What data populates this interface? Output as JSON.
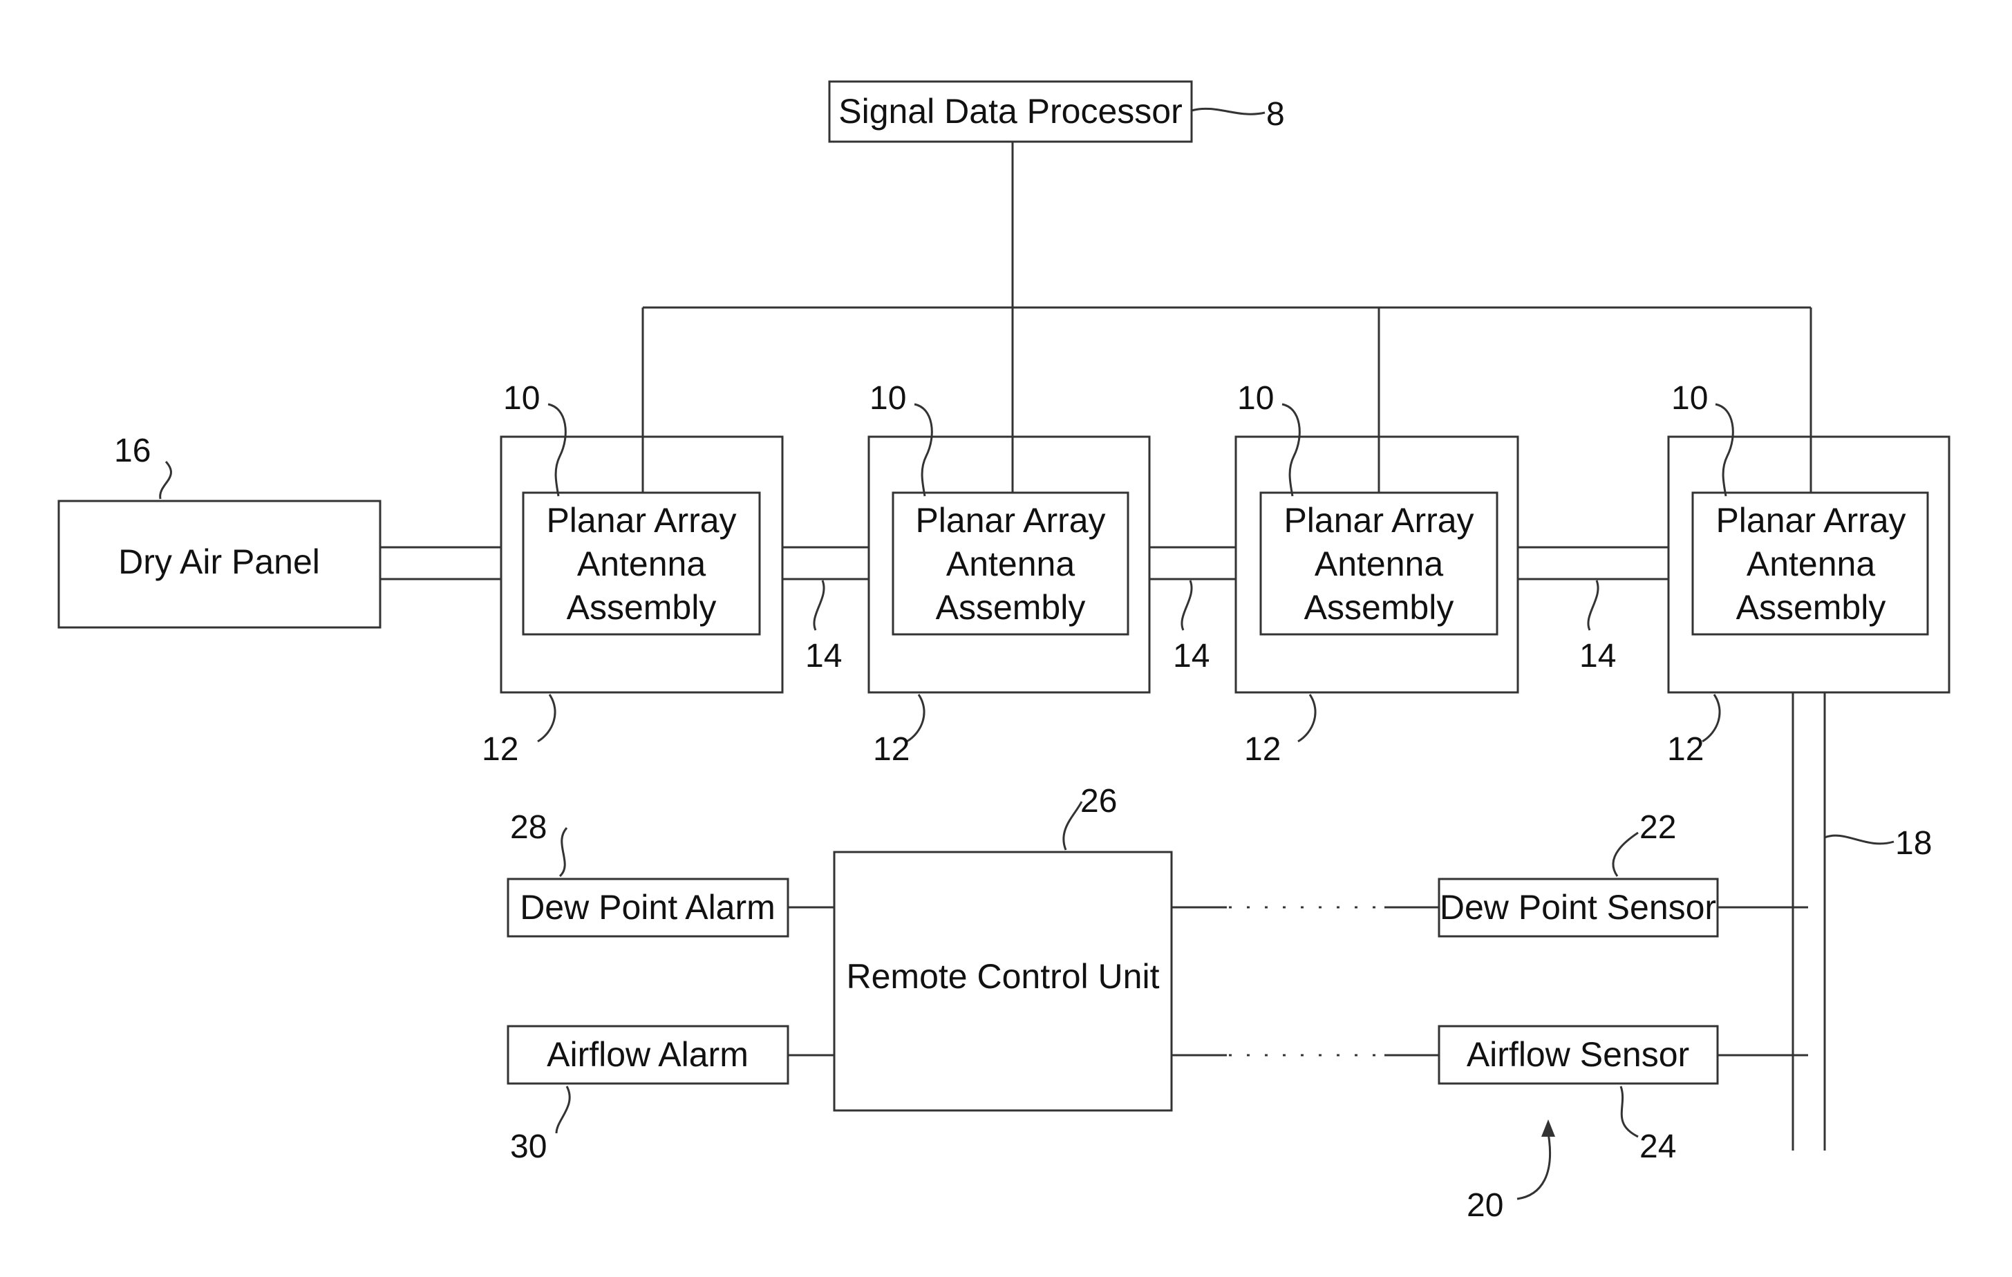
{
  "blocks": {
    "signal_processor": "Signal Data Processor",
    "dry_air_panel": "Dry Air Panel",
    "antenna": [
      "Planar Array",
      "Antenna",
      "Assembly"
    ],
    "remote_control_unit": "Remote Control Unit",
    "dew_point_alarm": "Dew Point Alarm",
    "airflow_alarm": "Airflow Alarm",
    "dew_point_sensor": "Dew Point Sensor",
    "airflow_sensor": "Airflow Sensor"
  },
  "refs": {
    "signal_processor": "8",
    "antenna": "10",
    "enclosure": "12",
    "duct": "14",
    "dry_air_panel": "16",
    "manifold": "18",
    "system": "20",
    "dew_point_sensor": "22",
    "airflow_sensor": "24",
    "remote_control_unit": "26",
    "dew_point_alarm": "28",
    "airflow_alarm": "30"
  }
}
